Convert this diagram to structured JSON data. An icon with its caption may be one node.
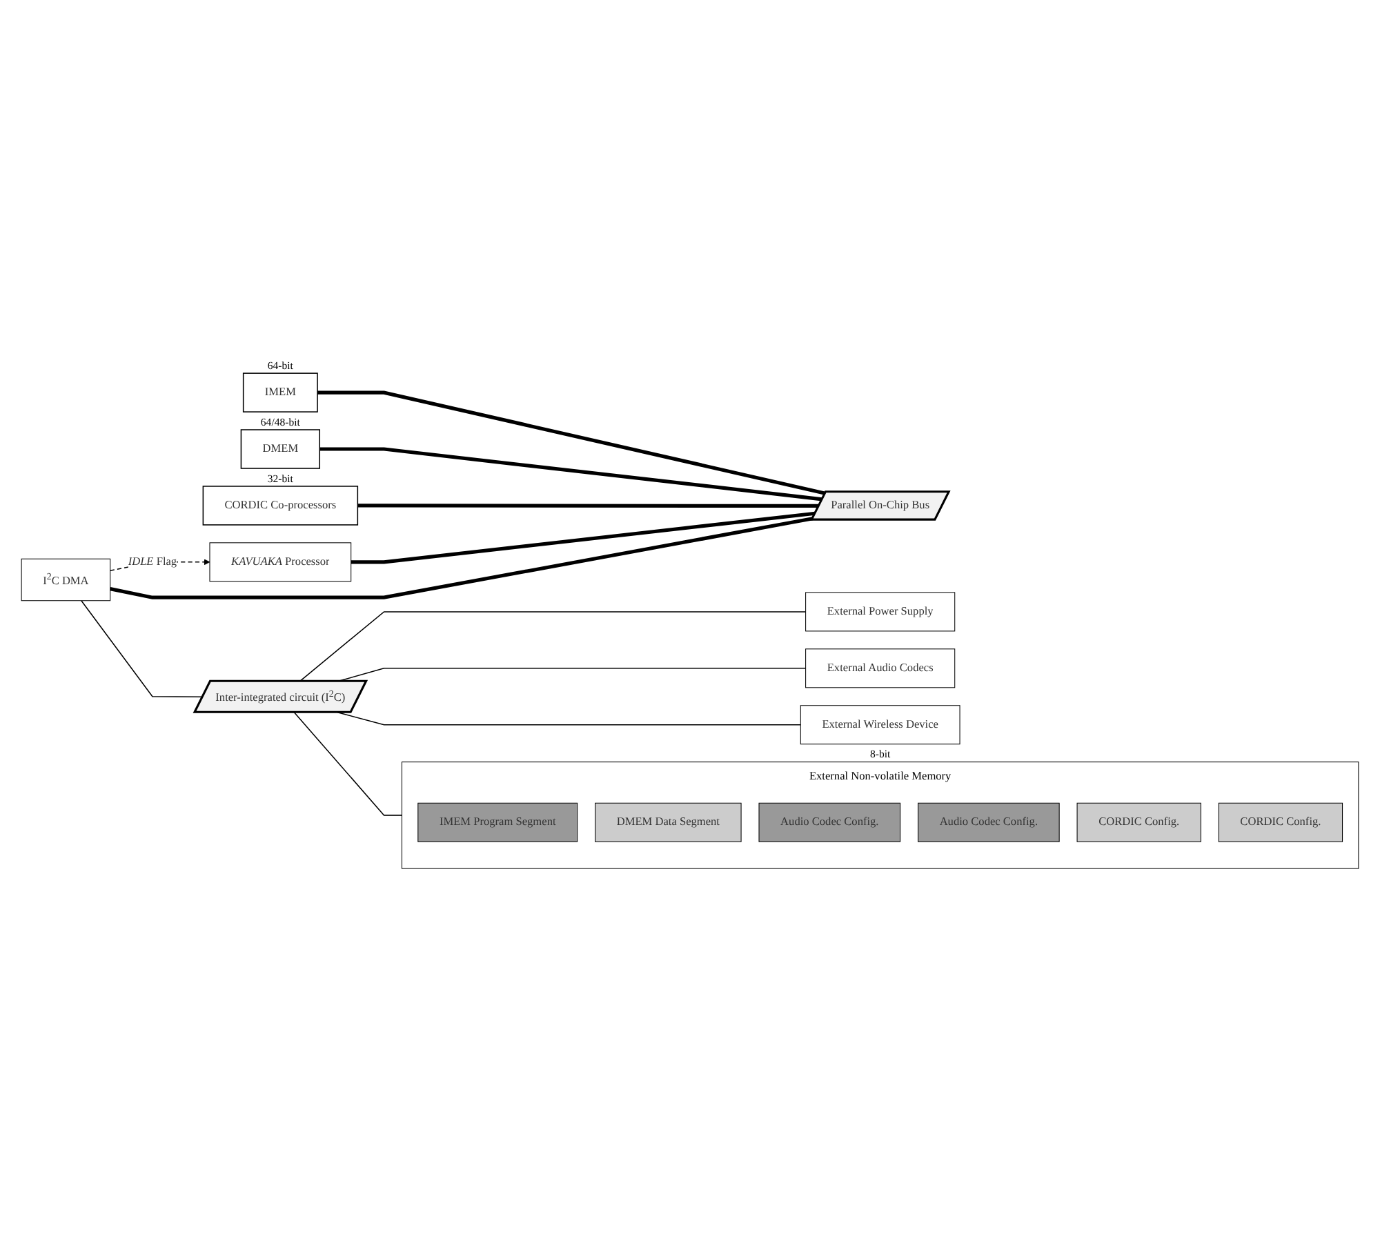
{
  "diagram": {
    "nodes": [
      {
        "text": [
          "IMEM"
        ],
        "beside": [
          "64-bit"
        ]
      },
      {
        "text": [
          "DMEM"
        ],
        "beside": [
          "64/48-bit"
        ]
      },
      {
        "text": [
          "CORDIC Co-processors"
        ],
        "beside": [
          "32-bit"
        ]
      },
      {
        "text": [
          "*KAVUAKA* Processor"
        ]
      },
      {
        "text": [
          "Parallel On-Chip Bus"
        ]
      },
      {
        "text": [
          "I$^{2}$C DMA"
        ]
      },
      {
        "text": [
          "Inter-integrated circuit (I$^{2}$C)"
        ]
      },
      {
        "text": [
          "External Non-volatile Memory"
        ],
        "beside": [
          "8-bit"
        ]
      },
      {
        "text": [
          "IMEM Program Segment"
        ],
        "in": 7
      },
      {
        "text": [
          "DMEM Data Segment"
        ],
        "in": 7
      },
      {
        "text": [
          "Audio Codec Config."
        ],
        "in": 7
      },
      {
        "text": [
          "Audio Codec Config."
        ],
        "in": 7
      },
      {
        "text": [
          "CORDIC Config."
        ],
        "in": 7
      },
      {
        "text": [
          "CORDIC Config."
        ],
        "in": 7
      },
      {
        "text": [
          "External Power Supply"
        ]
      },
      {
        "text": [
          "External Audio Codecs"
        ]
      },
      {
        "text": [
          "External Wireless Device"
        ]
      }
    ],
    "edges": [
      {
        "from": 0,
        "to": 4,
        "arrow": "none",
        "style": "thick"
      },
      {
        "from": 1,
        "to": 4,
        "arrow": "none",
        "style": "thick"
      },
      {
        "from": 2,
        "to": 4,
        "arrow": "none",
        "style": "thick"
      },
      {
        "from": 3,
        "to": 4,
        "arrow": "none",
        "style": "thick"
      },
      {
        "from": 5,
        "to": 4,
        "arrow": "none",
        "style": "thick"
      },
      {
        "from": 5,
        "to": 3,
        "arrow": "to",
        "style": "dashed",
        "label": "*IDLE* Flag"
      },
      {
        "from": 5,
        "to": 6,
        "arrow": "none"
      },
      {
        "from": 6,
        "to": 7,
        "arrow": "none"
      },
      {
        "from": 6,
        "to": 14,
        "arrow": "none"
      },
      {
        "from": 6,
        "to": 15,
        "arrow": "none"
      },
      {
        "from": 6,
        "to": 16,
        "arrow": "none"
      }
    ]
  }
}
